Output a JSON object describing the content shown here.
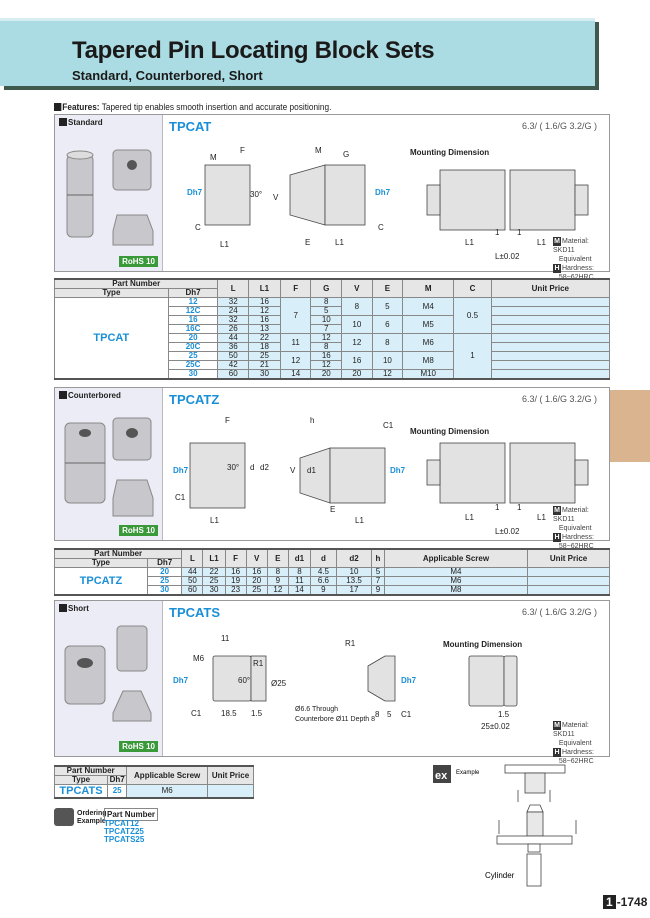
{
  "header": {
    "title": "Tapered Pin Locating Block Sets",
    "subtitle": "Standard, Counterbored, Short"
  },
  "features": {
    "label": "Features:",
    "text": "Tapered tip enables smooth insertion and accurate positioning."
  },
  "colors": {
    "banner": "#acdce3",
    "accent": "#1a8fd8",
    "cell": "#d8eef8",
    "tab": "#d9b48f",
    "rohs": "#3a9a3a"
  },
  "roughness": "6.3/ ( 1.6/G  3.2/G )",
  "mounting_label": "Mounting Dimension",
  "material": {
    "m": "M",
    "material": "Material: SKD11",
    "equiv": "Equivalent",
    "h": "H",
    "hardness": "Hardness:",
    "hrc": "58~62HRC"
  },
  "rohs": "RoHS 10",
  "sections": [
    {
      "label": "Standard",
      "code": "TPCAT",
      "dims": {
        "D": "Dh7",
        "M": "M",
        "F": "F",
        "G": "G",
        "V": "V",
        "C": "C",
        "L1": "L1",
        "E": "E",
        "one": "1",
        "ang": "30°",
        "Lt": "L±0.02"
      }
    },
    {
      "label": "Counterbored",
      "code": "TPCATZ",
      "dims": {
        "D": "Dh7",
        "F": "F",
        "h": "h",
        "C1": "C1",
        "L1": "L1",
        "E": "E",
        "V": "V",
        "d": "d",
        "d1": "d1",
        "d2": "d2",
        "one": "1",
        "ang": "30°",
        "Lt": "L±0.02"
      }
    },
    {
      "label": "Short",
      "code": "TPCATS",
      "dims": {
        "D": "Dh7",
        "w11": "11",
        "M6": "M6",
        "R1": "R1",
        "dia": "Ø25",
        "ang": "60°",
        "C1": "C1",
        "l185": "18.5",
        "l15": "1.5",
        "note1": "Ø6.6 Through",
        "note2": "Counterbore Ø11 Depth 8",
        "l8": "8",
        "l5": "5",
        "Lt": "25±0.02"
      }
    }
  ],
  "table1": {
    "group": "Part Number",
    "type_h": "Type",
    "d_h": "Dh7",
    "headers": [
      "L",
      "L1",
      "F",
      "G",
      "V",
      "E",
      "M",
      "C",
      "Unit Price"
    ],
    "type": "TPCAT",
    "rows": [
      [
        "12",
        "32",
        "16",
        "7",
        "8",
        "8",
        "5",
        "M4",
        "0.5",
        ""
      ],
      [
        "12C",
        "24",
        "12",
        null,
        "5",
        null,
        null,
        null,
        null,
        ""
      ],
      [
        "16",
        "32",
        "16",
        null,
        "10",
        "10",
        "6",
        "M5",
        null,
        ""
      ],
      [
        "16C",
        "26",
        "13",
        null,
        "7",
        null,
        null,
        null,
        null,
        ""
      ],
      [
        "20",
        "44",
        "22",
        "11",
        "12",
        "12",
        "8",
        "M6",
        "1",
        ""
      ],
      [
        "20C",
        "36",
        "18",
        null,
        "8",
        null,
        null,
        null,
        null,
        ""
      ],
      [
        "25",
        "50",
        "25",
        "12",
        "16",
        "16",
        "10",
        "M8",
        null,
        ""
      ],
      [
        "25C",
        "42",
        "21",
        null,
        "12",
        null,
        null,
        null,
        null,
        ""
      ],
      [
        "30",
        "60",
        "30",
        "14",
        "20",
        "20",
        "12",
        "M10",
        null,
        ""
      ]
    ]
  },
  "table2": {
    "group": "Part Number",
    "type_h": "Type",
    "d_h": "Dh7",
    "headers": [
      "L",
      "L1",
      "F",
      "V",
      "E",
      "d1",
      "d",
      "d2",
      "h",
      "Applicable Screw",
      "Unit Price"
    ],
    "type": "TPCATZ",
    "rows": [
      [
        "20",
        "44",
        "22",
        "16",
        "16",
        "8",
        "8",
        "4.5",
        "10",
        "5",
        "M4",
        ""
      ],
      [
        "25",
        "50",
        "25",
        "19",
        "20",
        "9",
        "11",
        "6.6",
        "13.5",
        "7",
        "M6",
        ""
      ],
      [
        "30",
        "60",
        "30",
        "23",
        "25",
        "12",
        "14",
        "9",
        "17",
        "9",
        "M8",
        ""
      ]
    ]
  },
  "table3": {
    "group": "Part Number",
    "type_h": "Type",
    "d_h": "Dh7",
    "headers": [
      "Applicable Screw",
      "Unit Price"
    ],
    "type": "TPCATS",
    "rows": [
      [
        "25",
        "M6",
        ""
      ]
    ]
  },
  "ordering": {
    "label": "Ordering Example",
    "part_number": "Part Number",
    "examples": [
      "TPCAT12",
      "TPCATZ25",
      "TPCATS25"
    ]
  },
  "example": {
    "label": "Example",
    "icon": "ex",
    "cylinder": "Cylinder"
  },
  "page": {
    "chapter": "1",
    "number": "-1748"
  }
}
